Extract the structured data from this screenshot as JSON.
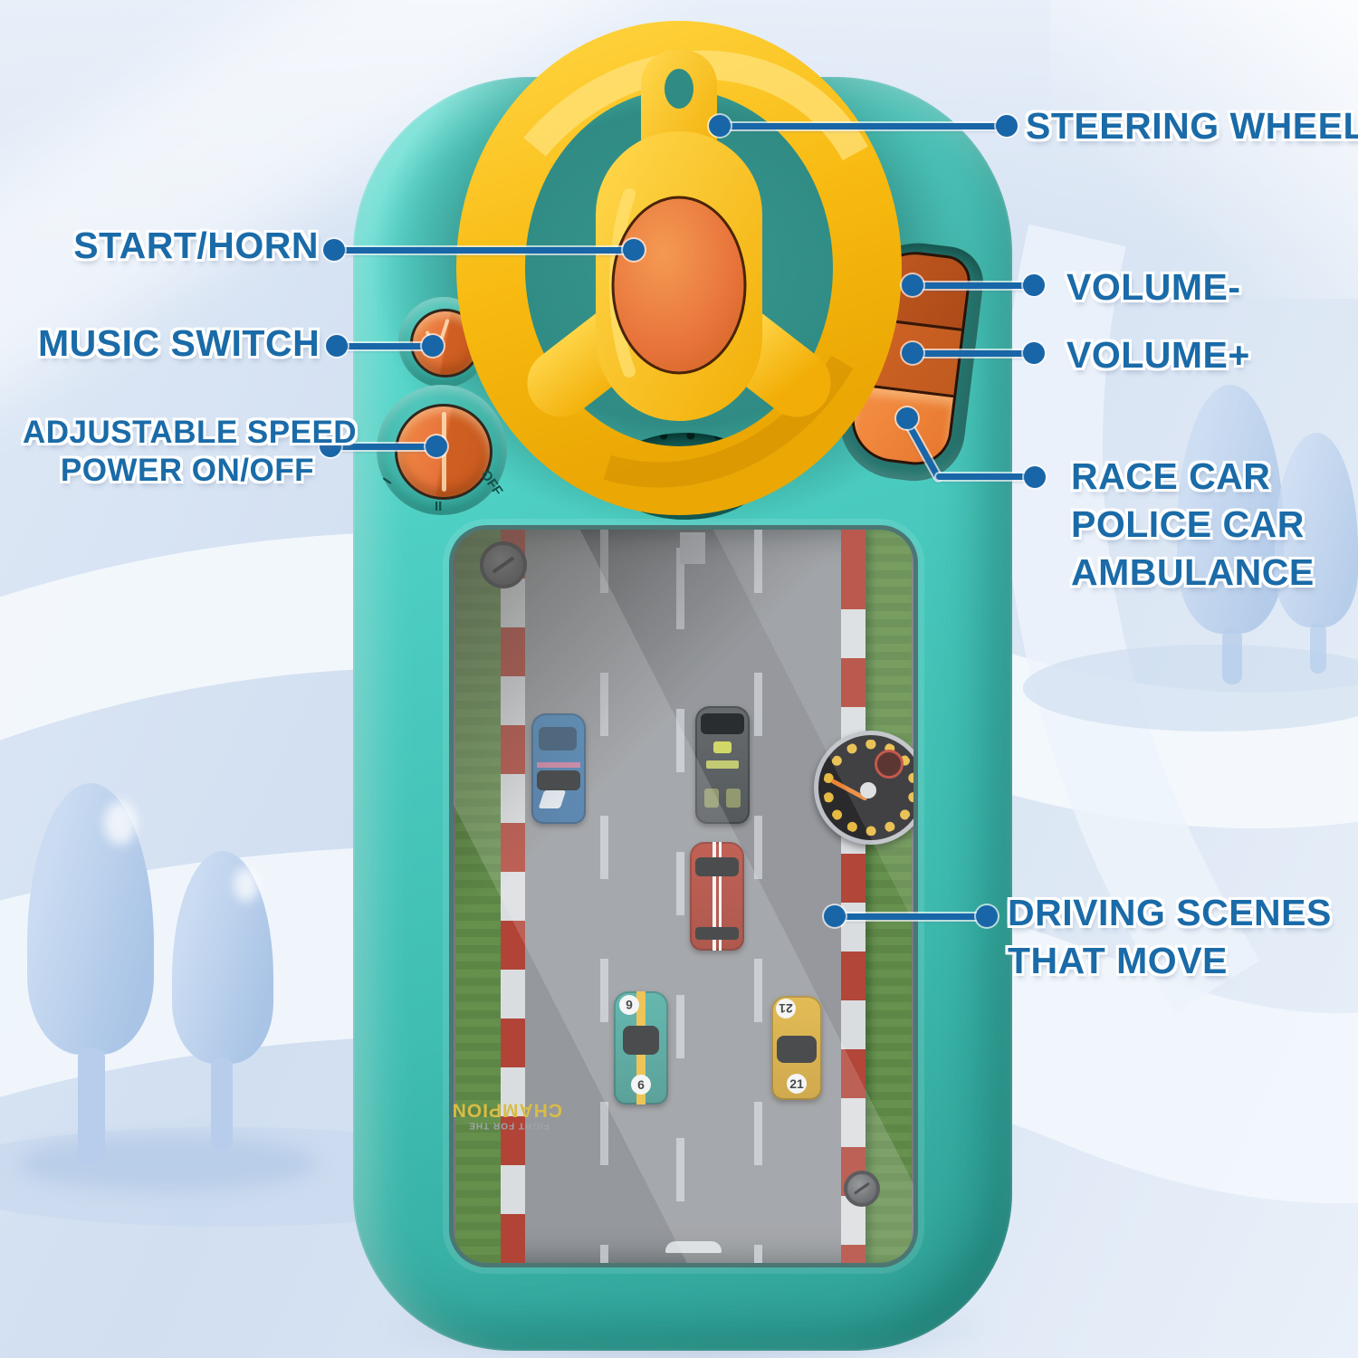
{
  "callouts": {
    "steering_wheel": {
      "label": "STEERING WHEEL"
    },
    "start_horn": {
      "label": "START/HORN"
    },
    "music_switch": {
      "label": "MUSIC SWITCH"
    },
    "adjustable_speed": {
      "line1": "ADJUSTABLE SPEED",
      "line2": "POWER ON/OFF"
    },
    "volume_minus": {
      "label": "VOLUME-"
    },
    "volume_plus": {
      "label": "VOLUME+"
    },
    "sound_buttons": {
      "line1": "RACE CAR",
      "line2": "POLICE CAR",
      "line3": "AMBULANCE"
    },
    "driving_scenes": {
      "line1": "DRIVING SCENES",
      "line2": "THAT MOVE"
    }
  },
  "device": {
    "power_knob_marks": {
      "left": "I",
      "bottom": "II",
      "right": "OFF"
    },
    "screen": {
      "banner_line1": "FIGHT FOR THE",
      "banner_line2": "CHAMPION",
      "cars": [
        {
          "name": "blue-race-car",
          "color": "#3c7db4",
          "number": ""
        },
        {
          "name": "gray-race-car",
          "color": "#565b5e",
          "number": ""
        },
        {
          "name": "red-race-car",
          "color": "#a93528",
          "number": ""
        },
        {
          "name": "teal-race-car",
          "color": "#3b9a90",
          "number": "6"
        },
        {
          "name": "yellow-race-car",
          "color": "#d3a227",
          "number": "21"
        }
      ]
    }
  },
  "colors": {
    "label_blue": "#1a6ba8",
    "callout_line_blue": "#1866a8",
    "body_teal": "#4ecfc3",
    "dome_teal": "#2f8b83",
    "wheel_yellow": "#f7b90f",
    "button_orange": "#e8743b",
    "road_gray": "#8f9297",
    "curb_red": "#ad3a2c",
    "curb_white": "#d8dbde",
    "grass_green": "#5d8a43",
    "background_blue": "#d8e4f3"
  }
}
